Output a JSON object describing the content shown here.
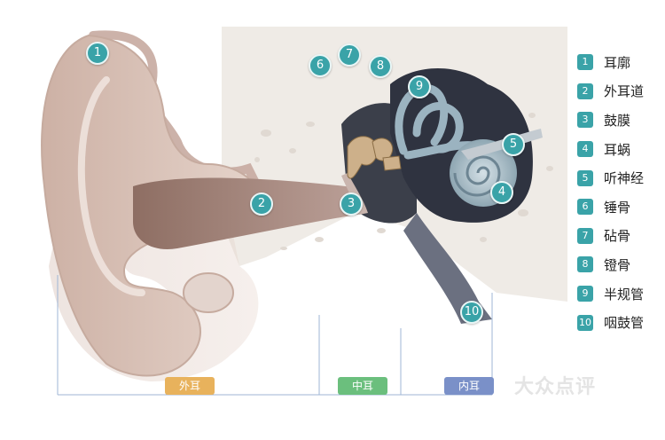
{
  "callouts": [
    "1",
    "2",
    "3",
    "4",
    "5",
    "6",
    "7",
    "8",
    "9",
    "10"
  ],
  "legend": [
    {
      "num": "1",
      "label": "耳廓"
    },
    {
      "num": "2",
      "label": "外耳道"
    },
    {
      "num": "3",
      "label": "鼓膜"
    },
    {
      "num": "4",
      "label": "耳蜗"
    },
    {
      "num": "5",
      "label": "听神经"
    },
    {
      "num": "6",
      "label": "锤骨"
    },
    {
      "num": "7",
      "label": "砧骨"
    },
    {
      "num": "8",
      "label": "镫骨"
    },
    {
      "num": "9",
      "label": "半规管"
    },
    {
      "num": "10",
      "label": "咽鼓管"
    }
  ],
  "sections": {
    "outer": {
      "label": "外耳",
      "color": "#e8b25c"
    },
    "middle": {
      "label": "中耳",
      "color": "#6bbf7d"
    },
    "inner": {
      "label": "内耳",
      "color": "#7a90c8"
    }
  },
  "watermark": "大众点评",
  "colors": {
    "callout": "#3aa3a8",
    "skin": "#d9c3b8",
    "bone": "#ece8e3",
    "cavity": "#3b3f4a",
    "canal": "#a98b80"
  }
}
